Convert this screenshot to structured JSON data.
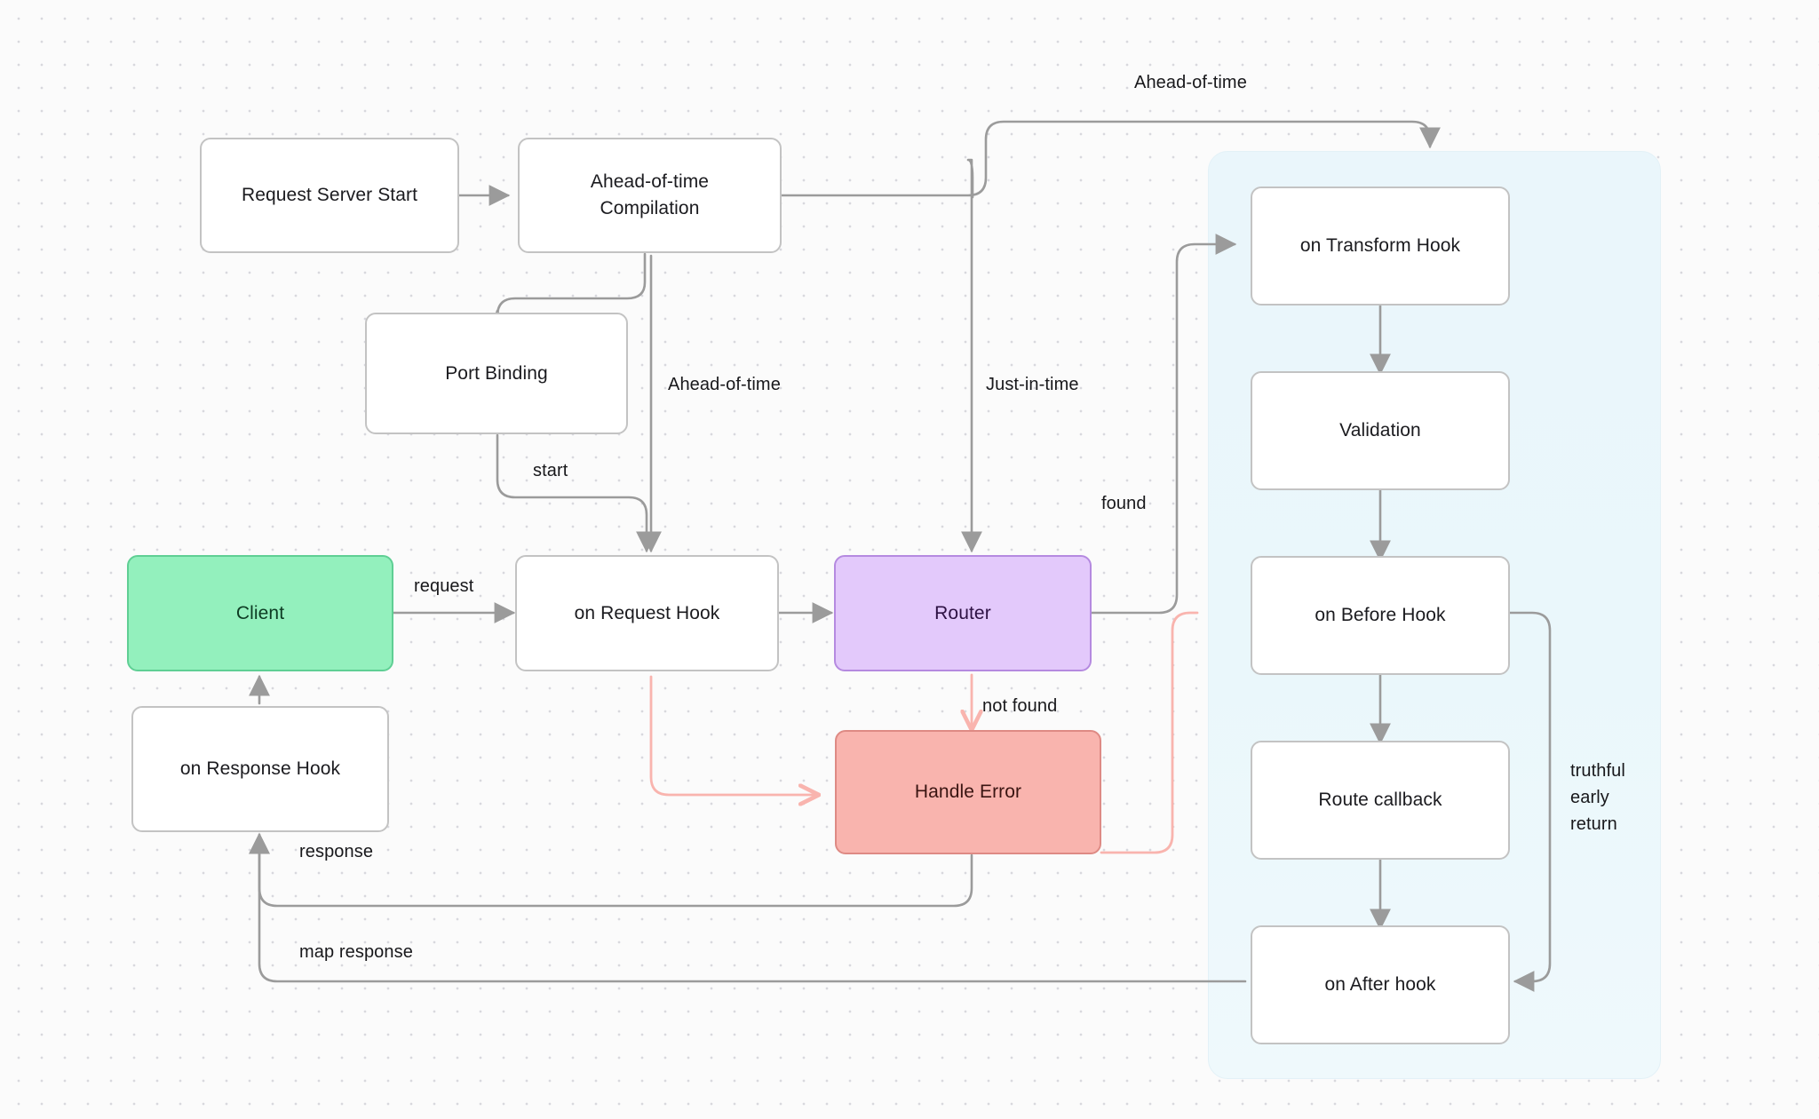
{
  "diagram": {
    "title": "Request lifecycle flowchart",
    "colors": {
      "background": "#fbfbfb",
      "node_border": "#c3c3c3",
      "node_fill": "#ffffff",
      "edge": "#9b9b9b",
      "error_edge": "#f9b4ae",
      "client_fill": "#93f0bd",
      "router_fill": "#e3c9fb",
      "error_fill": "#f9b4ae",
      "panel_fill": "#eaf6fb"
    },
    "nodes": [
      {
        "id": "request-server-start",
        "label": "Request Server Start",
        "style": "plain"
      },
      {
        "id": "ahead-of-time-compilation",
        "label": "Ahead-of-time\nCompilation",
        "style": "plain"
      },
      {
        "id": "port-binding",
        "label": "Port Binding",
        "style": "plain"
      },
      {
        "id": "client",
        "label": "Client",
        "style": "green"
      },
      {
        "id": "on-request-hook",
        "label": "on Request Hook",
        "style": "plain"
      },
      {
        "id": "router",
        "label": "Router",
        "style": "purple"
      },
      {
        "id": "on-response-hook",
        "label": "on Response Hook",
        "style": "plain"
      },
      {
        "id": "handle-error",
        "label": "Handle Error",
        "style": "red"
      },
      {
        "id": "on-transform-hook",
        "label": "on Transform Hook",
        "style": "plain"
      },
      {
        "id": "validation",
        "label": "Validation",
        "style": "plain"
      },
      {
        "id": "on-before-hook",
        "label": "on Before Hook",
        "style": "plain"
      },
      {
        "id": "route-callback",
        "label": "Route callback",
        "style": "plain"
      },
      {
        "id": "on-after-hook",
        "label": "on After hook",
        "style": "plain"
      }
    ],
    "edge_labels": {
      "ahead_of_time_top": "Ahead-of-time",
      "ahead_of_time_mid": "Ahead-of-time",
      "just_in_time": "Just-in-time",
      "start": "start",
      "request": "request",
      "found": "found",
      "not_found": "not found",
      "response": "response",
      "map_response": "map response",
      "truthful_early_return": "truthful\nearly\nreturn"
    }
  }
}
